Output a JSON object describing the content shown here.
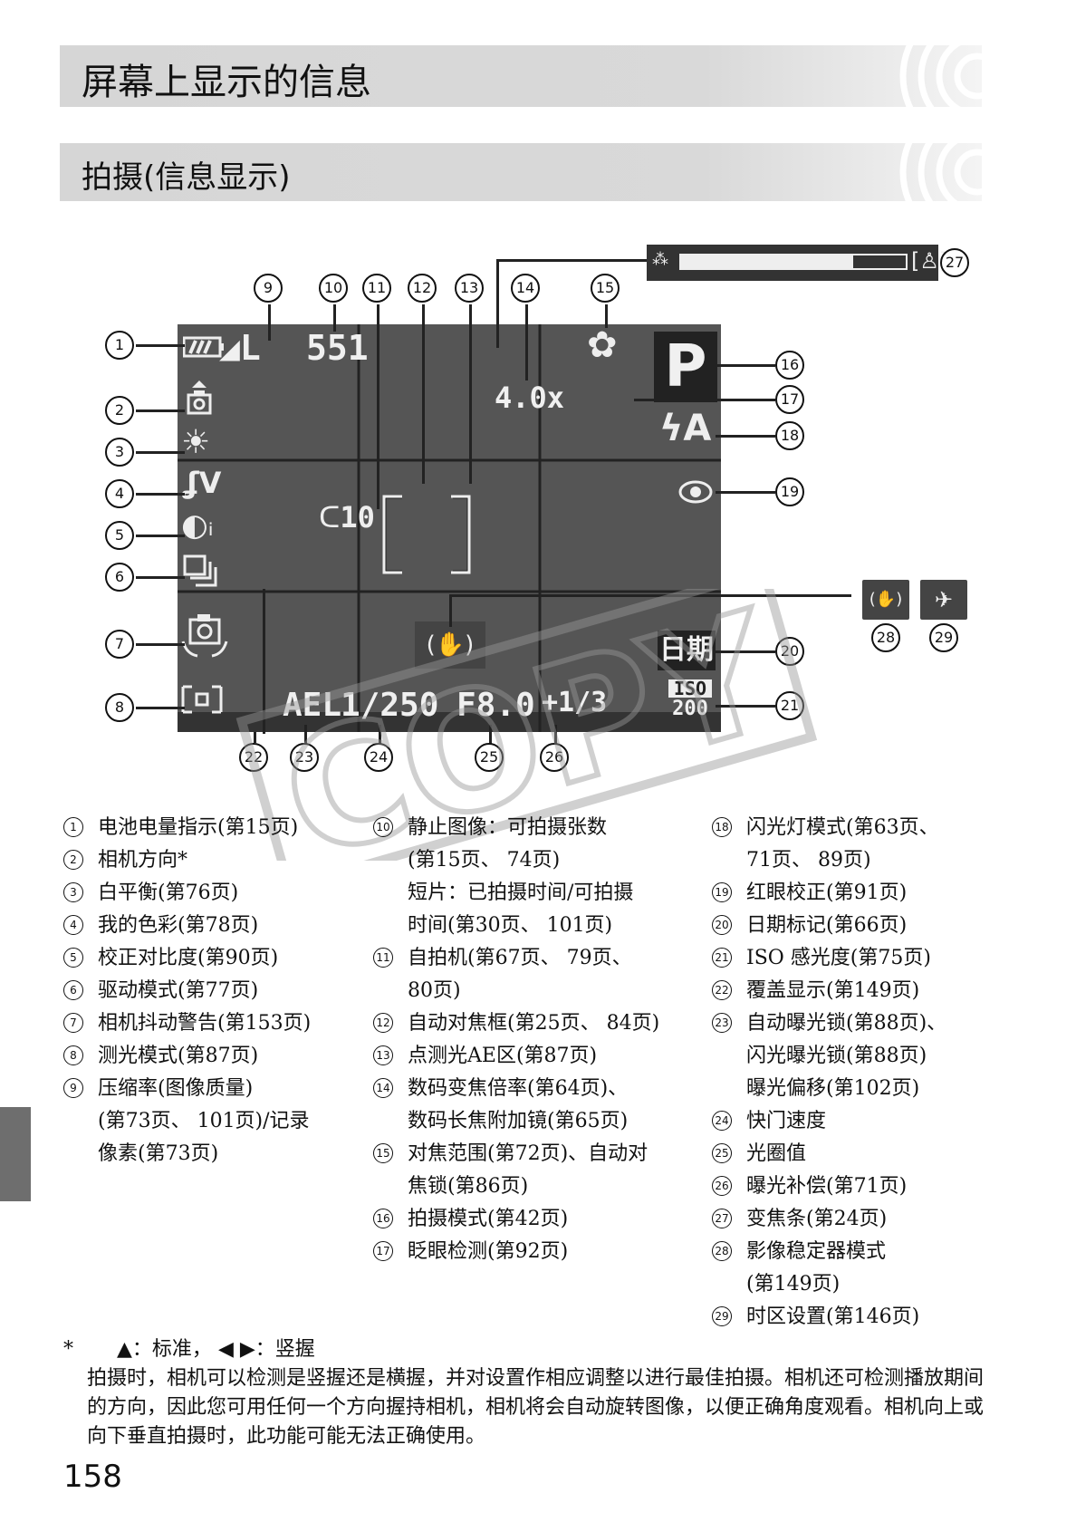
{
  "header": {
    "title": "屏幕上显示的信息",
    "subtitle": "拍摄(信息显示)"
  },
  "lcd": {
    "compression": "L",
    "shots": "551",
    "zoom": "4.0x",
    "mode": "P",
    "selftimer": "10",
    "datestamp": "日期",
    "iso_label": "ISO",
    "iso_value": "200",
    "ael": "AEL",
    "shutter": "1/250",
    "aperture": "F8.0",
    "exposure_comp": "+1/3"
  },
  "callouts": [
    "1",
    "2",
    "3",
    "4",
    "5",
    "6",
    "7",
    "8",
    "9",
    "10",
    "11",
    "12",
    "13",
    "14",
    "15",
    "16",
    "17",
    "18",
    "19",
    "20",
    "21",
    "22",
    "23",
    "24",
    "25",
    "26",
    "27",
    "28",
    "29"
  ],
  "legend": {
    "col1": [
      {
        "n": "1",
        "text": "电池电量指示(第15页)"
      },
      {
        "n": "2",
        "text": "相机方向*"
      },
      {
        "n": "3",
        "text": "白平衡(第76页)"
      },
      {
        "n": "4",
        "text": "我的色彩(第78页)"
      },
      {
        "n": "5",
        "text": "校正对比度(第90页)"
      },
      {
        "n": "6",
        "text": "驱动模式(第77页)"
      },
      {
        "n": "7",
        "text": "相机抖动警告(第153页)"
      },
      {
        "n": "8",
        "text": "测光模式(第87页)"
      },
      {
        "n": "9",
        "text": "压缩率(图像质量)",
        "cont": [
          "(第73页、 101页)/记录",
          "像素(第73页)"
        ]
      }
    ],
    "col2": [
      {
        "n": "10",
        "text": "静止图像：可拍摄张数",
        "cont": [
          "(第15页、 74页)",
          "短片：已拍摄时间/可拍摄",
          "时间(第30页、 101页)"
        ]
      },
      {
        "n": "11",
        "text": "自拍机(第67页、 79页、",
        "cont": [
          "80页)"
        ]
      },
      {
        "n": "12",
        "text": "自动对焦框(第25页、 84页)"
      },
      {
        "n": "13",
        "text": "点测光AE区(第87页)"
      },
      {
        "n": "14",
        "text": "数码变焦倍率(第64页)、",
        "cont": [
          "数码长焦附加镜(第65页)"
        ]
      },
      {
        "n": "15",
        "text": "对焦范围(第72页)、自动对",
        "cont": [
          "焦锁(第86页)"
        ]
      },
      {
        "n": "16",
        "text": "拍摄模式(第42页)"
      },
      {
        "n": "17",
        "text": "眨眼检测(第92页)"
      }
    ],
    "col3": [
      {
        "n": "18",
        "text": "闪光灯模式(第63页、",
        "cont": [
          "71页、 89页)"
        ]
      },
      {
        "n": "19",
        "text": "红眼校正(第91页)"
      },
      {
        "n": "20",
        "text": "日期标记(第66页)"
      },
      {
        "n": "21",
        "text": "ISO 感光度(第75页)"
      },
      {
        "n": "22",
        "text": "覆盖显示(第149页)"
      },
      {
        "n": "23",
        "text": "自动曝光锁(第88页)、",
        "cont": [
          "闪光曝光锁(第88页)",
          "曝光偏移(第102页)"
        ]
      },
      {
        "n": "24",
        "text": "快门速度"
      },
      {
        "n": "25",
        "text": "光圈值"
      },
      {
        "n": "26",
        "text": "曝光补偿(第71页)"
      },
      {
        "n": "27",
        "text": "变焦条(第24页)"
      },
      {
        "n": "28",
        "text": "影像稳定器模式",
        "cont": [
          "(第149页)"
        ]
      },
      {
        "n": "29",
        "text": "时区设置(第146页)"
      }
    ]
  },
  "footnote": {
    "star": "*",
    "line1a": "：标准，",
    "line1b": "：竖握",
    "body": "拍摄时，相机可以检测是竖握还是横握，并对设置作相应调整以进行最佳拍摄。相机还可检测播放期间的方向，因此您可用任何一个方向握持相机，相机将会自动旋转图像，以便正确角度观看。相机向上或向下垂直拍摄时，此功能可能无法正确使用。"
  },
  "page_number": "158",
  "watermark": "COPY",
  "colors": {
    "lcd_bg": "#555555",
    "header_bg": "#d6d6d6",
    "sidetab": "#6e6e6e"
  }
}
